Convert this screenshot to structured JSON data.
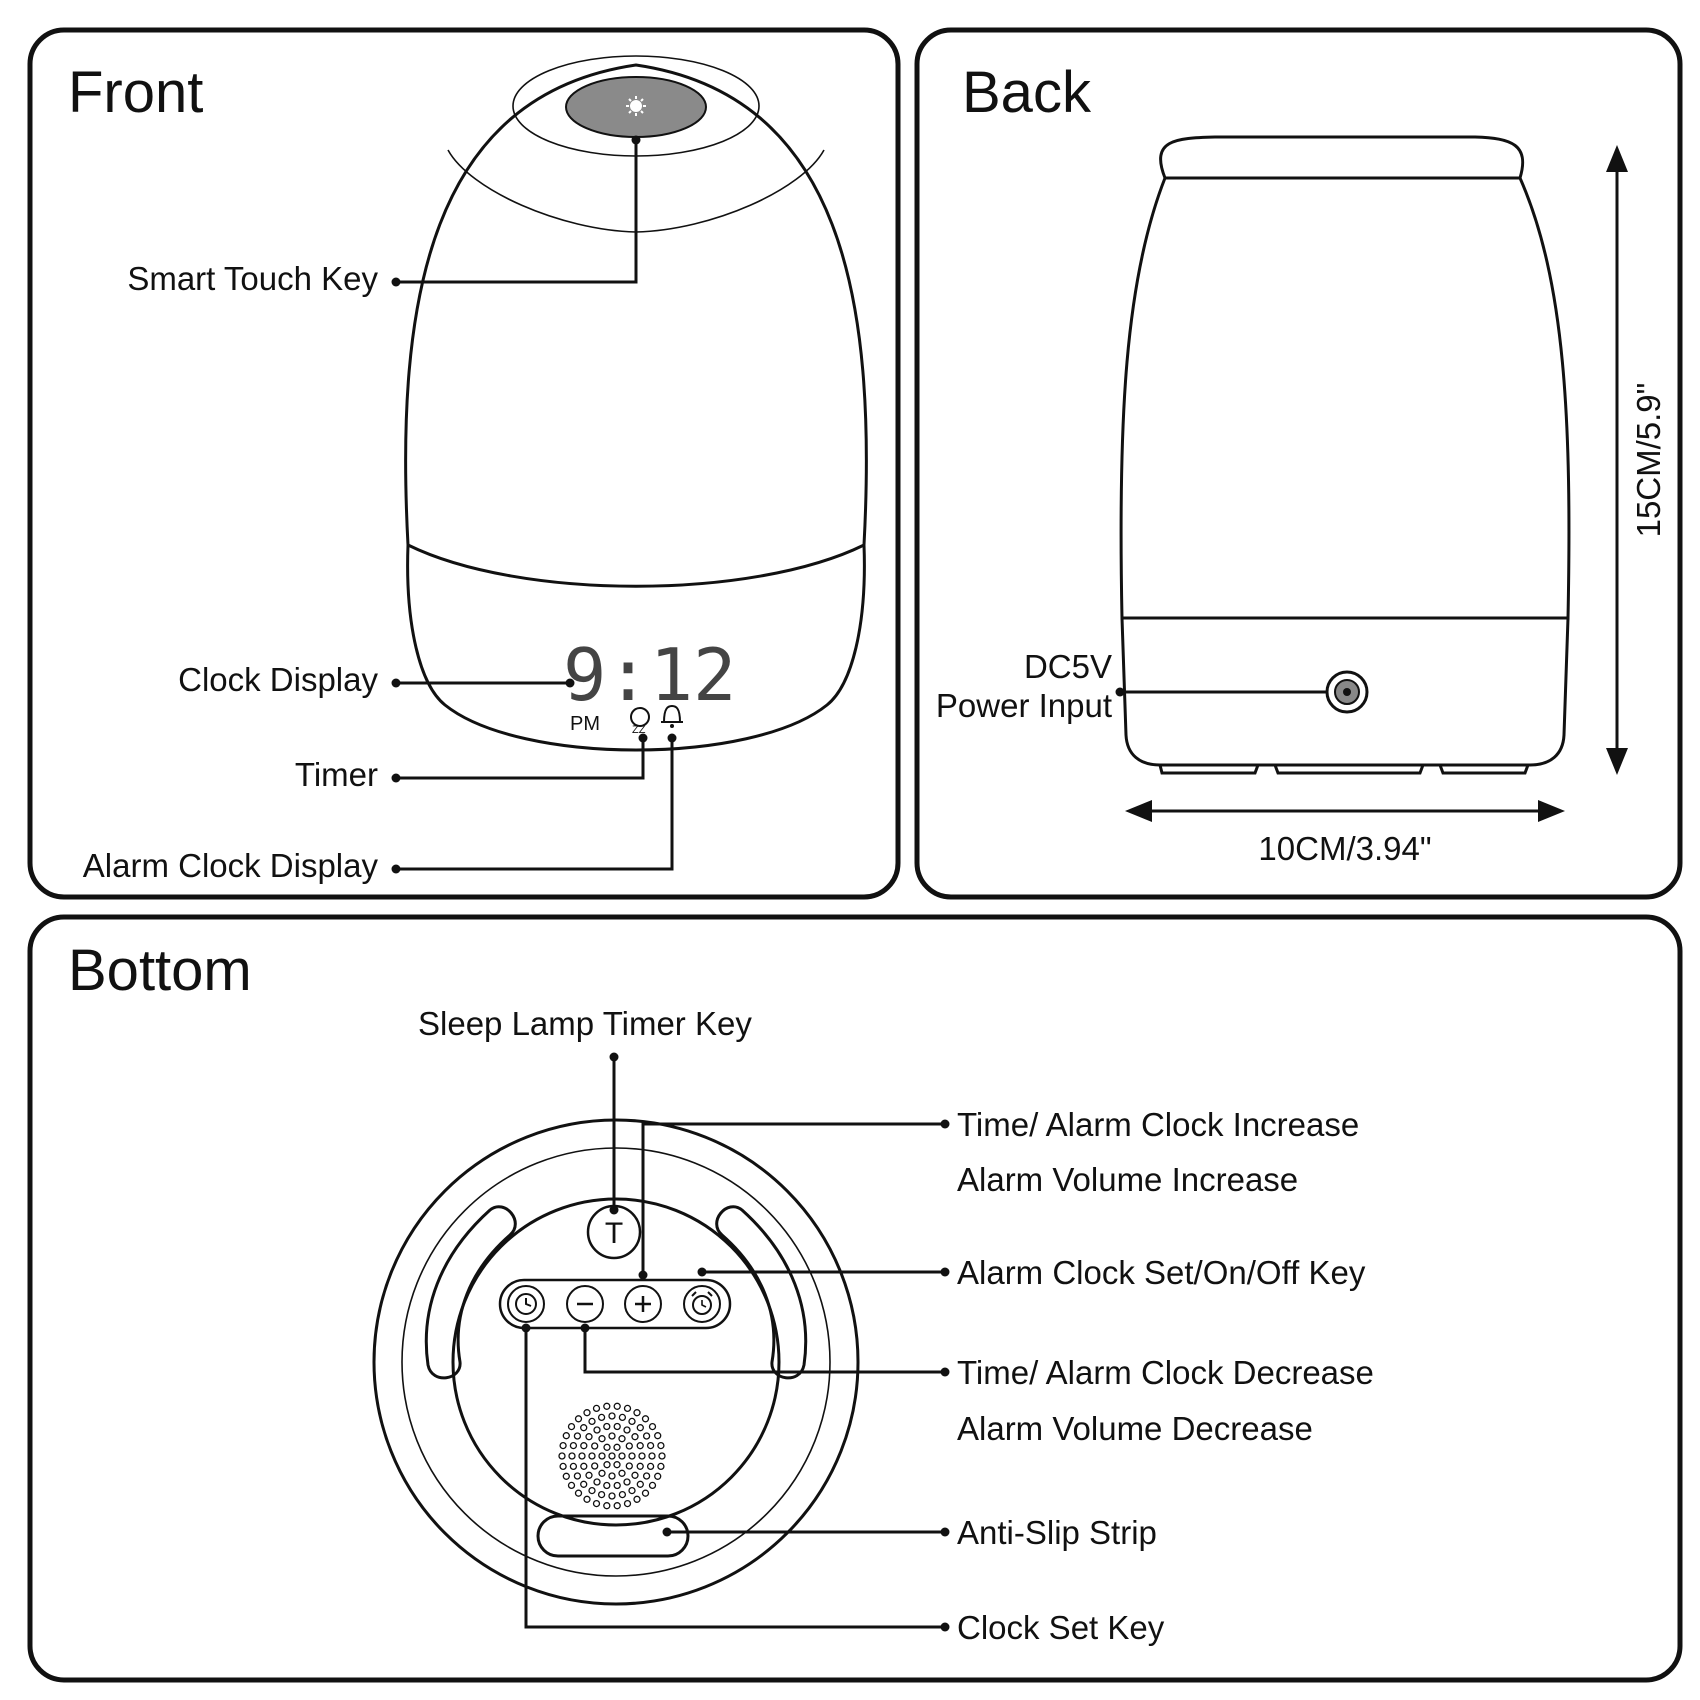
{
  "panels": {
    "front": {
      "title": "Front",
      "clock": {
        "time": "9:12",
        "period": "PM"
      },
      "labels": {
        "smart_touch_key": "Smart Touch Key",
        "clock_display": "Clock Display",
        "timer": "Timer",
        "alarm_clock_display": "Alarm Clock Display"
      }
    },
    "back": {
      "title": "Back",
      "labels": {
        "power_line1": "DC5V",
        "power_line2": "Power Input"
      },
      "dimensions": {
        "height": "15CM/5.9\"",
        "width": "10CM/3.94\""
      }
    },
    "bottom": {
      "title": "Bottom",
      "timer_key_glyph": "T",
      "labels": {
        "sleep_lamp_timer_key": "Sleep Lamp Timer Key",
        "increase_line1": "Time/ Alarm Clock Increase",
        "increase_line2": "Alarm Volume Increase",
        "alarm_set_key": "Alarm Clock Set/On/Off Key",
        "decrease_line1": "Time/ Alarm Clock Decrease",
        "decrease_line2": "Alarm Volume Decrease",
        "anti_slip_strip": "Anti-Slip Strip",
        "clock_set_key": "Clock Set Key"
      }
    }
  },
  "icons": [
    "sun-icon",
    "snooze-icon",
    "bell-icon",
    "clock-icon",
    "minus-icon",
    "plus-icon",
    "alarm-clock-icon",
    "speaker-grille"
  ]
}
